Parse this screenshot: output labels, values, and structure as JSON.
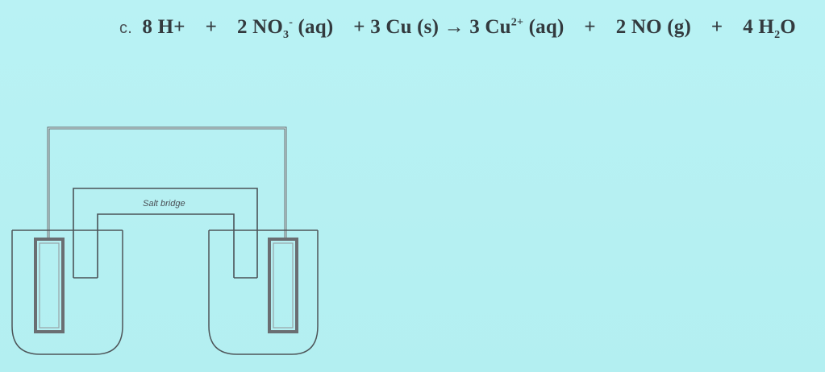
{
  "equation": {
    "label": "c.",
    "lhs_1": "8 H+",
    "plus_1": "+",
    "lhs_2_coef_formula": "2 NO",
    "lhs_2_sub": "3",
    "lhs_2_sup": "-",
    "lhs_2_state": "(aq)",
    "plus_2": "+",
    "lhs_3": "3 Cu (s)",
    "arrow": "→",
    "rhs_1_formula": "3 Cu",
    "rhs_1_sup": "2+",
    "rhs_1_state": "(aq)",
    "plus_3": "+",
    "rhs_2": "2 NO (g)",
    "plus_4": "+",
    "rhs_3_formula": "4 H",
    "rhs_3_sub": "2",
    "rhs_3_tail": "O"
  },
  "diagram": {
    "salt_bridge_label": "Salt bridge",
    "colors": {
      "background": "#b7f1f3",
      "wire": "#666a6e",
      "outline": "#4e5559",
      "electrode": "#6a6e72"
    }
  }
}
